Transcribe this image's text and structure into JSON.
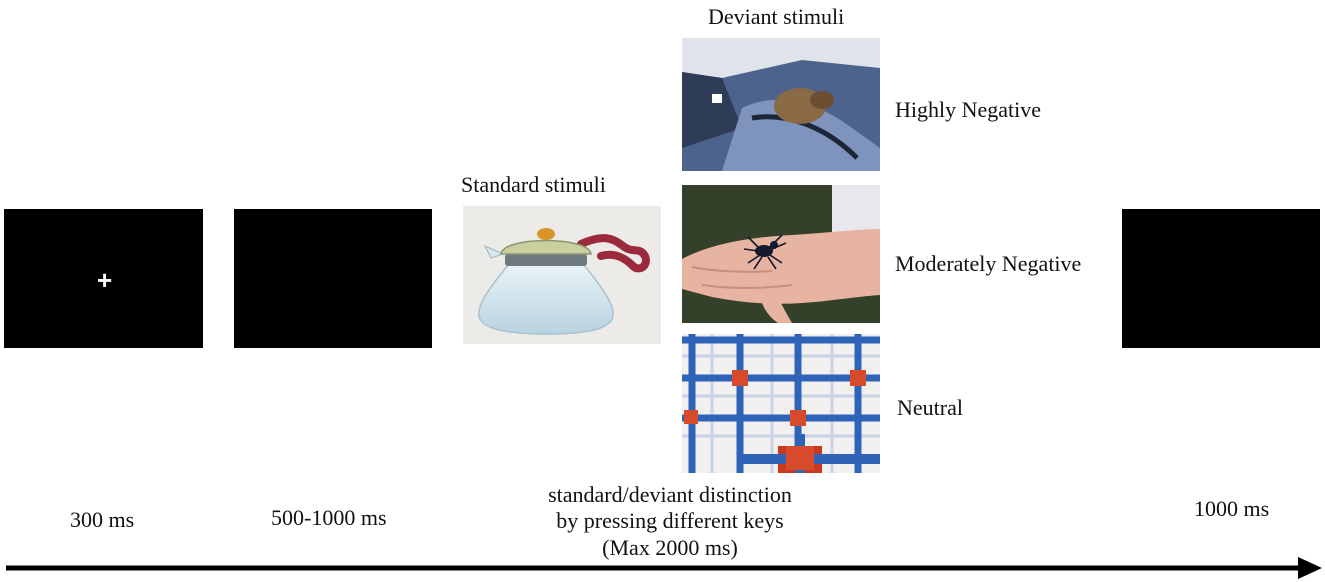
{
  "screens": {
    "fixation_symbol": "+"
  },
  "labels": {
    "standard_title": "Standard stimuli",
    "deviant_title": "Deviant stimuli",
    "highly_negative": "Highly Negative",
    "moderately_negative": "Moderately Negative",
    "neutral": "Neutral"
  },
  "timeline": {
    "t1": "300 ms",
    "t2": "500-1000 ms",
    "t3_line1": "standard/deviant distinction",
    "t3_line2": "by pressing different keys",
    "t3_line3": "(Max 2000 ms)",
    "t4": "1000 ms"
  },
  "colors": {
    "screen": "#000000",
    "arrow": "#000000"
  }
}
